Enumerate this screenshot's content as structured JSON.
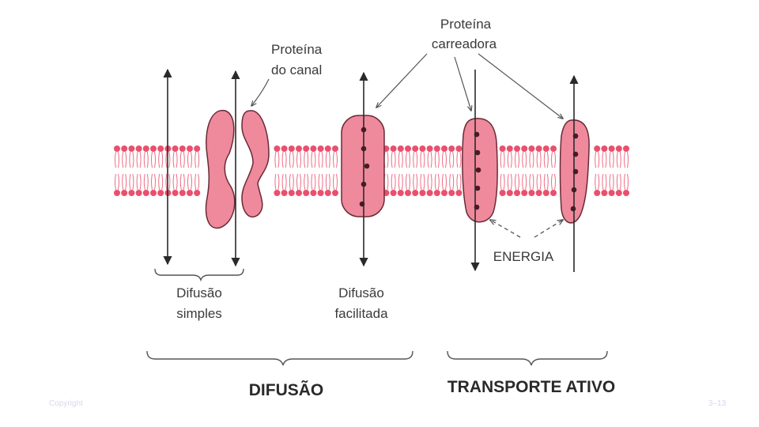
{
  "labels": {
    "channel_protein": [
      "Proteína",
      "do canal"
    ],
    "carrier_protein": [
      "Proteína",
      "carreadora"
    ],
    "simple_diffusion": [
      "Difusão",
      "simples"
    ],
    "facilitated_diffusion": [
      "Difusão",
      "facilitada"
    ],
    "energy": "ENERGIA",
    "diffusion": "DIFUSÃO",
    "active_transport": "TRANSPORTE ATIVO"
  },
  "footer": {
    "left": "Copyright",
    "right": "3–13"
  },
  "colors": {
    "protein_fill": "#ee8a9c",
    "lipid_head": "#e8506e",
    "lipid_tail": "#ec6e86",
    "ink": "#3a3a3a"
  },
  "icons": {
    "membrane": "phospholipid-bilayer",
    "channel": "channel-protein",
    "carrier": "carrier-protein",
    "arrow": "arrow"
  }
}
